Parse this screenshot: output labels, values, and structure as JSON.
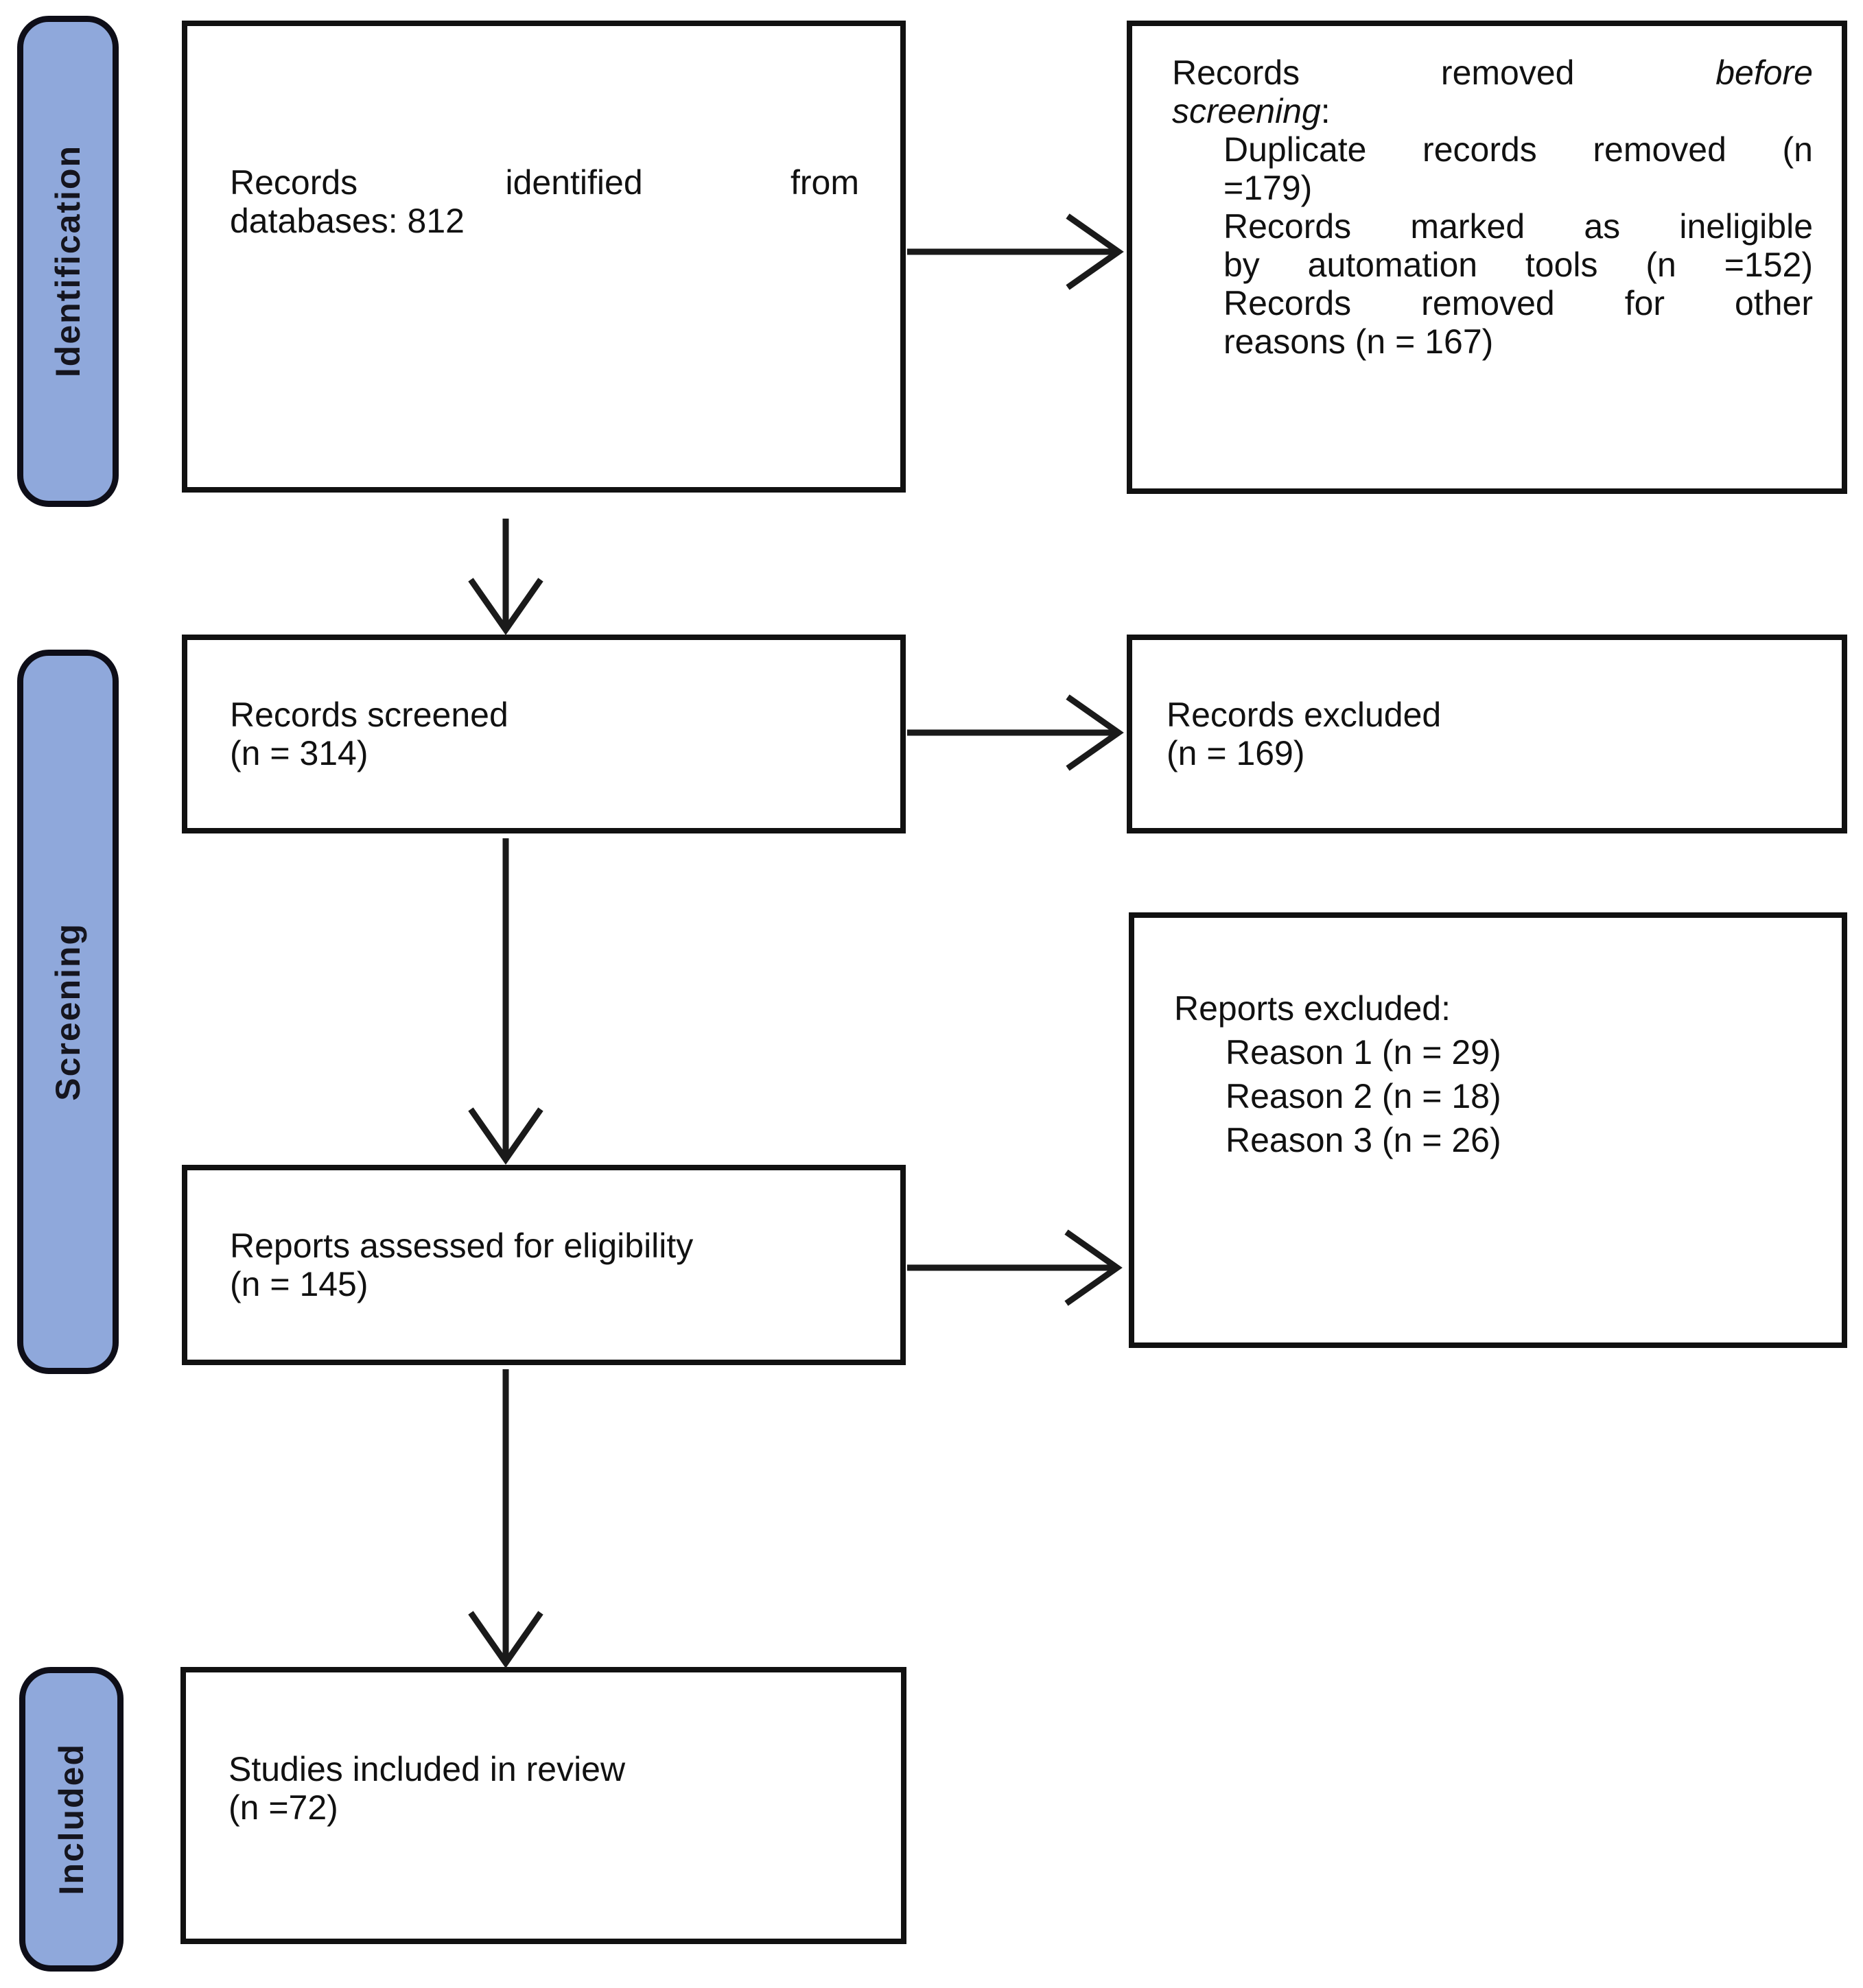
{
  "colors": {
    "background": "#ffffff",
    "box_border": "#111111",
    "sidebar_fill": "#8fa8db",
    "sidebar_border": "#0e0e18",
    "sidebar_text": "#15151e",
    "text": "#111111",
    "arrow": "#1a1a1a"
  },
  "sidebar": {
    "identification_label": "Identification",
    "screening_label": "Screening",
    "included_label": "Included"
  },
  "boxes": {
    "records_identified": {
      "line1": "Records identified from",
      "line2": "databases: 812"
    },
    "records_removed": {
      "l1_plain": "Records removed",
      "l1_italic": "before",
      "l2_italic": "screening",
      "l2_colon": ":",
      "item1_l1": "Duplicate records removed (n",
      "item1_l2": "=179)",
      "item2_l1": "Records marked as ineligible",
      "item2_l2": "by automation tools (n =152)",
      "item3_l1": "Records removed for other",
      "item3_l2": "reasons (n = 167)"
    },
    "records_screened": {
      "line1": "Records screened",
      "line2": "(n = 314)"
    },
    "records_excluded": {
      "line1": "Records excluded",
      "line2": "(n = 169)"
    },
    "reports_assessed": {
      "line1": "Reports assessed for eligibility",
      "line2": "(n = 145)"
    },
    "reports_excluded": {
      "header": "Reports excluded:",
      "reason1": "Reason 1 (n = 29)",
      "reason2": "Reason 2 (n = 18)",
      "reason3": "Reason 3 (n = 26)"
    },
    "studies_included": {
      "line1": "Studies included in review",
      "line2": "(n =72)"
    }
  }
}
